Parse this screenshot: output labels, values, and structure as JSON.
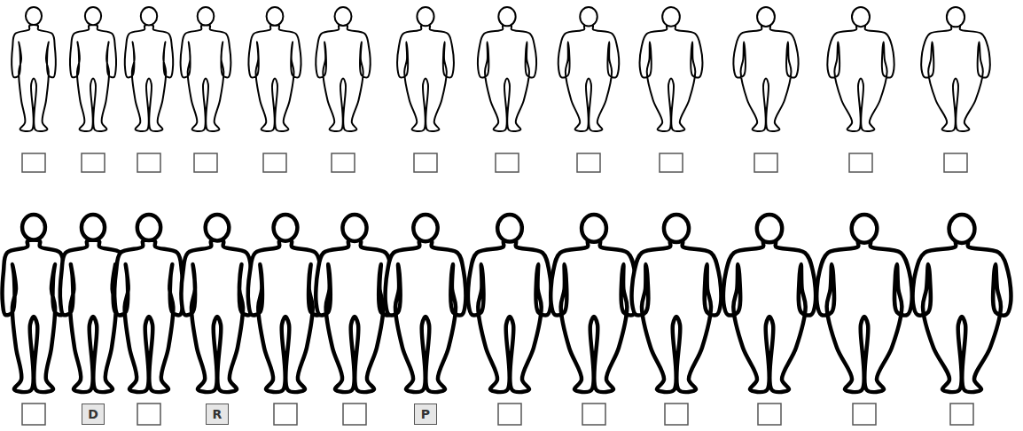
{
  "diagram": {
    "nodes": [
      {
        "text": [
          "D"
        ]
      },
      {
        "text": [
          "R"
        ]
      },
      {
        "text": [
          "P"
        ]
      }
    ]
  }
}
